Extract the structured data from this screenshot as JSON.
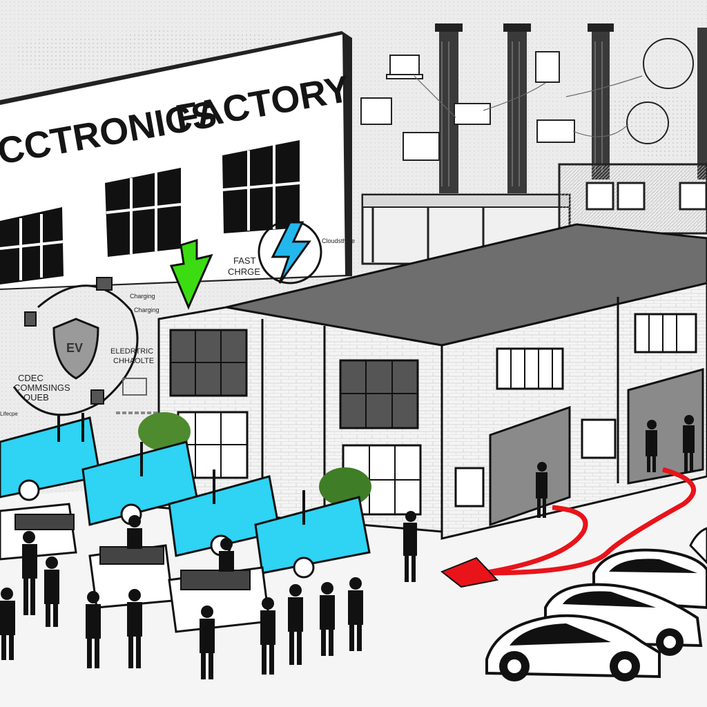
{
  "sign": {
    "title_left": "CCTRONICS",
    "title_right": "FACTORY"
  },
  "labels": {
    "fast_charge_line1": "FAST",
    "fast_charge_line2": "CHRGE",
    "ev_badge": "EV",
    "charging": "Charging",
    "charging2": "Charging",
    "cycle_right_line1": "ELEDRTRIC",
    "cycle_right_line2": "CHHAOLTE",
    "cycle_left_line1": "CDEC",
    "cycle_left_line2": "COMMSINGS",
    "cycle_left_line3": "OUEB",
    "cloud_label": "Cloudsthme",
    "edge_label": "Lifecpe"
  },
  "colors": {
    "accent_cyan": "#2fd3f3",
    "arrow_green": "#3bdc12",
    "path_red": "#e8141a",
    "lightning": "#22b8ee",
    "building_roof": "#6e6e6e",
    "brick": "#f2f2f2",
    "ink": "#111111"
  },
  "icons": [
    "lightning-icon",
    "down-arrow-icon",
    "ev-shield-icon",
    "globe-icon",
    "laptop-icon",
    "tree-icon",
    "electric-car-icon",
    "person-silhouette-icon"
  ]
}
